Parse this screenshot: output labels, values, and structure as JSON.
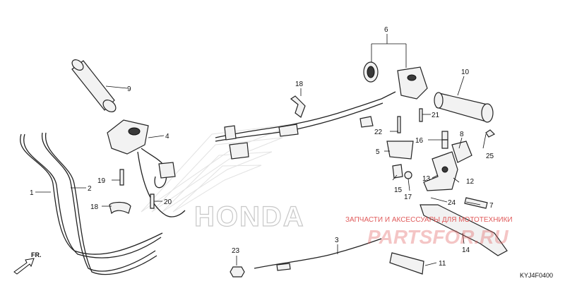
{
  "diagram": {
    "callouts": [
      "1",
      "2",
      "3",
      "4",
      "5",
      "6",
      "7",
      "8",
      "9",
      "10",
      "11",
      "12",
      "13",
      "14",
      "15",
      "16",
      "17",
      "18",
      "18",
      "19",
      "20",
      "21",
      "22",
      "23",
      "24",
      "25"
    ],
    "direction_label": "FR.",
    "brand_logo": "HONDA",
    "diagram_code": "KYJ4F0400"
  },
  "watermark": {
    "text": "ЗАПЧАСТИ И АКСЕССУАРЫ ДЛЯ МОТОТЕХНИКИ",
    "url": "PARTSFOR.RU"
  },
  "colors": {
    "line": "#222222",
    "watermark": "#e05a5a",
    "logo_outline": "#c8c8c8"
  }
}
